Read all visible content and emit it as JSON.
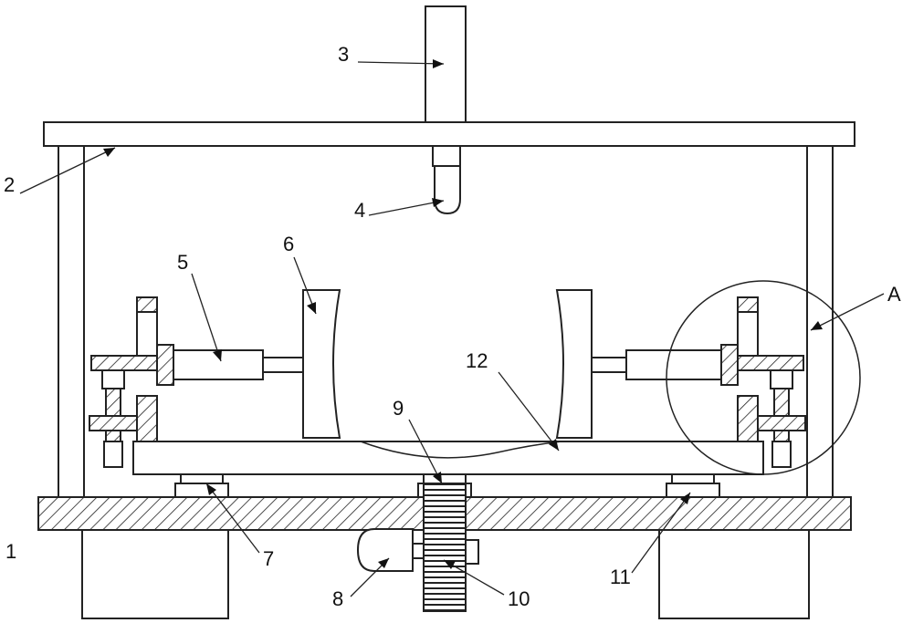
{
  "labels": {
    "l1": "1",
    "l2": "2",
    "l3": "3",
    "l4": "4",
    "l5": "5",
    "l6": "6",
    "l7": "7",
    "l8": "8",
    "l9": "9",
    "l10": "10",
    "l11": "11",
    "l12": "12",
    "detail": "A"
  }
}
